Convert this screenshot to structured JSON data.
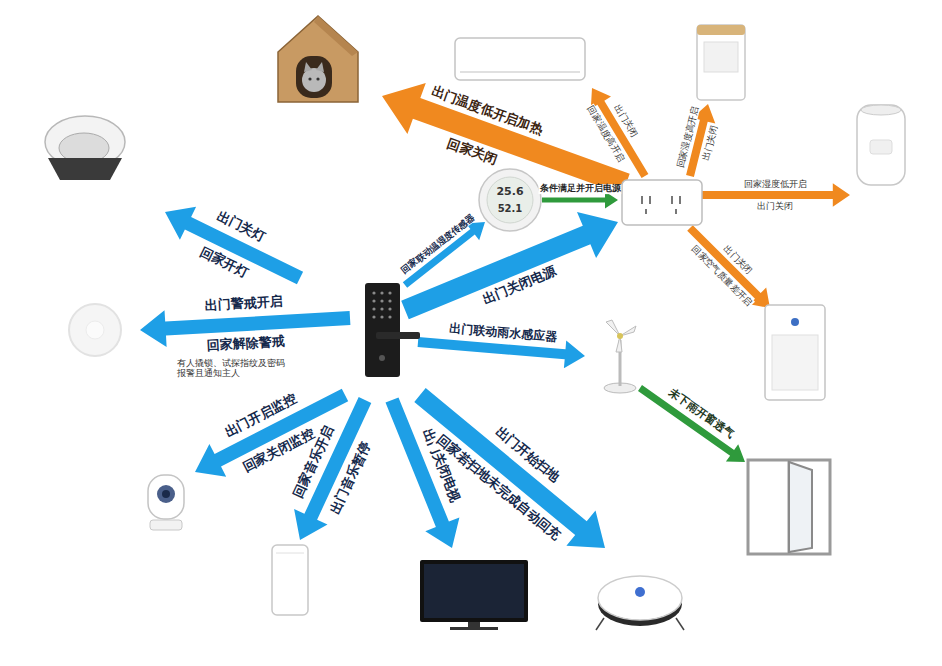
{
  "diagram": {
    "labels": [
      "出门温度低开启加热",
      "回家关闭",
      "出门关闭",
      "回家温度高开启",
      "回家湿度高开启",
      "出门关闭",
      "回家湿度低开启",
      "出门关闭",
      "出门关闭",
      "回家空气质量差开启",
      "条件满足并开启电源",
      "25.6",
      "52.1",
      "回家联动温湿度传感器",
      "出门关闭电源",
      "出门关灯",
      "回家开灯",
      "出门警戒开启",
      "回家解除警戒",
      "有人撬锁、试探指纹及密码报警且通知主人",
      "出门开启监控",
      "回家关闭监控",
      "回家音乐开启",
      "出门音乐暂停",
      "出门关闭电视",
      "出门开始扫地",
      "回家若扫地未完成自动回充",
      "出门联动雨水感应器",
      "未下雨开窗透气"
    ]
  }
}
